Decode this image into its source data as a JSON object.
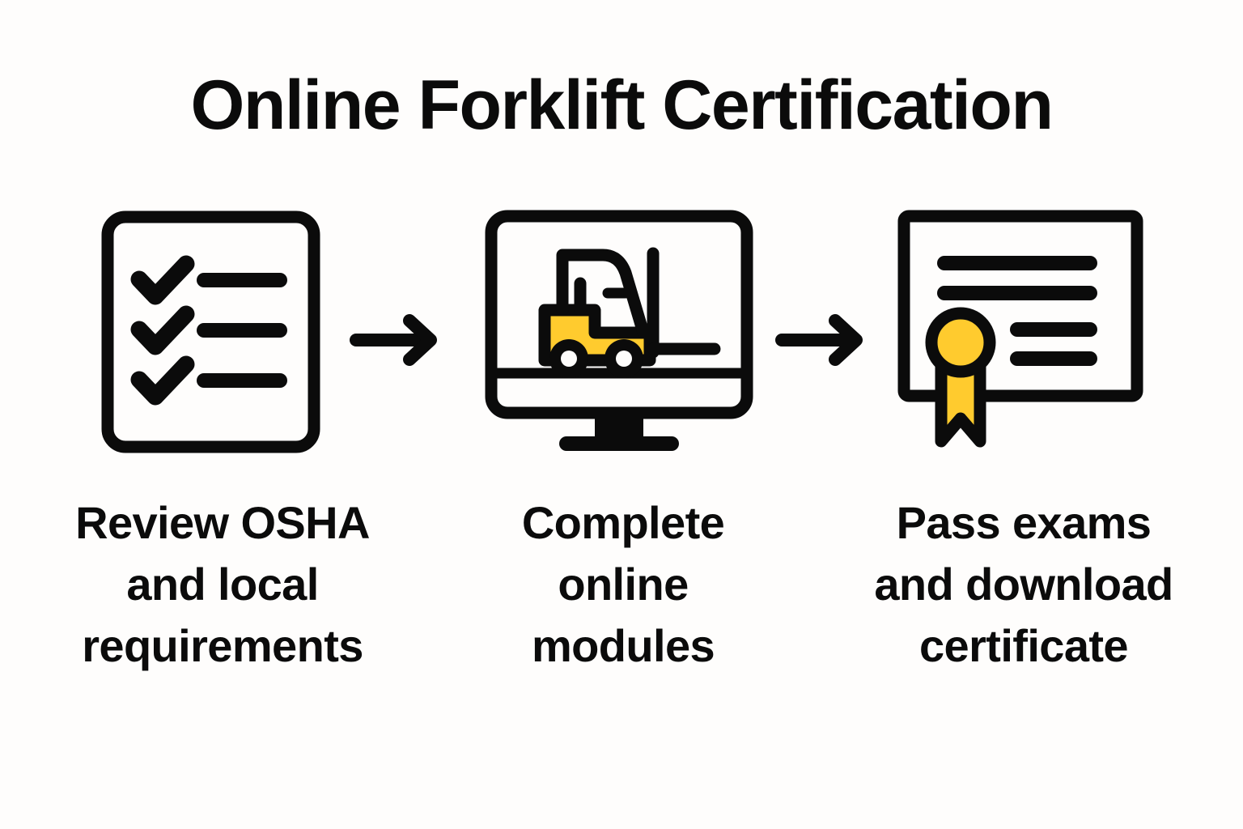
{
  "page": {
    "title": "Online Forklift Certification",
    "background_color": "#fefdfc",
    "text_color": "#0b0b0b",
    "accent_color": "#ffcb2e"
  },
  "steps": [
    {
      "index": 1,
      "icon": "checklist-icon",
      "icon_description": "document with three checkmarks and three lines",
      "caption_lines": [
        "Review OSHA",
        "and local",
        "requirements"
      ],
      "caption_full": "Review OSHA and local requirements"
    },
    {
      "index": 2,
      "icon": "monitor-forklift-icon",
      "icon_description": "desktop monitor displaying a yellow forklift",
      "caption_lines": [
        "Complete",
        "online",
        "modules"
      ],
      "caption_full": "Complete online modules"
    },
    {
      "index": 3,
      "icon": "certificate-icon",
      "icon_description": "certificate document with yellow award seal and ribbon",
      "caption_lines": [
        "Pass exams",
        "and download",
        "certificate"
      ],
      "caption_full": "Pass exams and download certificate"
    }
  ],
  "connectors": [
    {
      "index": 1,
      "icon": "arrow-right-icon",
      "direction": "right"
    },
    {
      "index": 2,
      "icon": "arrow-right-icon",
      "direction": "right"
    }
  ]
}
